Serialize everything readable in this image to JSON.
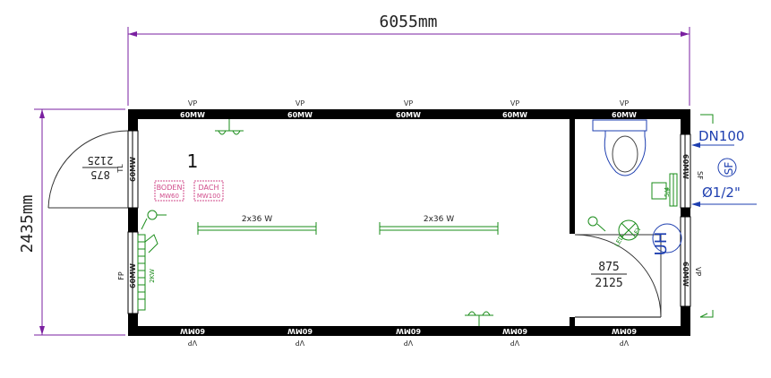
{
  "dimensions": {
    "width_label": "6055mm",
    "height_label": "2435mm"
  },
  "room_number": "1",
  "wall_top_labels": [
    {
      "vp": "VP",
      "mw": "60MW"
    },
    {
      "vp": "VP",
      "mw": "60MW"
    },
    {
      "vp": "VP",
      "mw": "60MW"
    },
    {
      "vp": "VP",
      "mw": "60MW"
    },
    {
      "vp": "VP",
      "mw": "60MW"
    }
  ],
  "wall_bottom_labels": [
    {
      "vp": "VP",
      "mw": "60MW"
    },
    {
      "vp": "VP",
      "mw": "60MW"
    },
    {
      "vp": "VP",
      "mw": "60MW"
    },
    {
      "vp": "VP",
      "mw": "60MW"
    },
    {
      "vp": "VP",
      "mw": "60MW"
    }
  ],
  "entry_door": {
    "width": "875",
    "height": "2125",
    "tl": "TL",
    "mw": "60MW"
  },
  "inner_door": {
    "width": "875",
    "height": "2125"
  },
  "left_wall": {
    "fp": "FP",
    "mw": "60MW",
    "kw": "2KW"
  },
  "right_wall": {
    "sf": "SF",
    "mw": "60MW",
    "mw2": "60MW",
    "vp": "VP"
  },
  "lights": [
    {
      "label": "2x36 W"
    },
    {
      "label": "2x36 W"
    }
  ],
  "heaters": [
    {
      "line1": "BODEN",
      "line2": "MW60"
    },
    {
      "line1": "DACH",
      "line2": "MW100"
    }
  ],
  "washroom": {
    "uh": "UH",
    "led": "LED",
    "fy": "FY",
    "shf": "5/4",
    "pipe_label": "DN100",
    "sf_label": "SF",
    "diameter_label": "Ø1/2\""
  },
  "colors": {
    "dimension": "#7a1fa0",
    "wall": "#000000",
    "electrical": "#1a8c1a",
    "plumbing": "#1e3fb0",
    "heater": "#d04a8a"
  }
}
